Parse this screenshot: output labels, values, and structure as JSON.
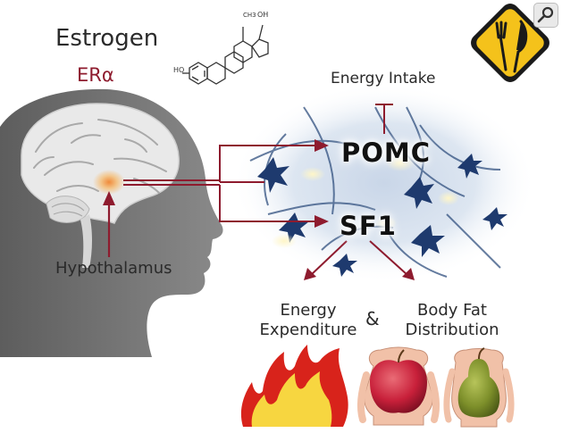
{
  "title": "Estrogen",
  "subtitle": "ERα",
  "labels": {
    "energy_intake": "Energy Intake",
    "pomc": "POMC",
    "sf1": "SF1",
    "hypothalamus": "Hypothalamus",
    "energy_expenditure_line1": "Energy",
    "energy_expenditure_line2": "Expenditure",
    "ampersand": "&",
    "body_fat_line1": "Body Fat",
    "body_fat_line2": "Distribution"
  },
  "molecule": {
    "oh": "OH",
    "ho": "HO",
    "methyl": "CH3"
  },
  "icons": [
    "estradiol-structure-icon",
    "head-brain-icon",
    "neuron-network-icon",
    "fork-knife-warning-sign-icon",
    "fire-icon",
    "apple-body-shape-icon",
    "pear-body-shape-icon",
    "search-icon"
  ],
  "colors": {
    "accent": "#8e1b2e",
    "sign_yellow": "#f4c21b",
    "neuron_blue": "#1e3a6e",
    "apple_red": "#c8203a",
    "pear_green": "#7d8f2a",
    "flame_red": "#d8231b",
    "flame_yellow": "#f7d640"
  }
}
